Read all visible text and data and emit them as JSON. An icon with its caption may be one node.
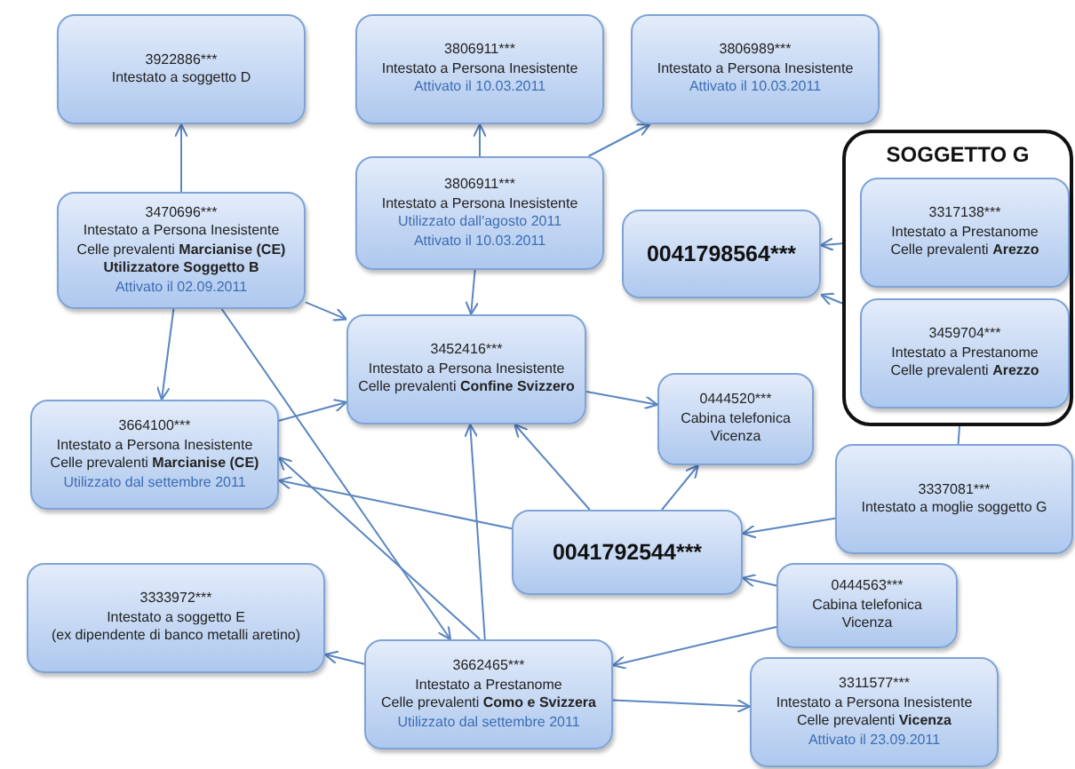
{
  "diagram": {
    "nodes": [
      {
        "text": [
          "3922886***",
          "Intestato a soggetto D"
        ]
      },
      {
        "text": [
          "3806911***",
          "Intestato a Persona Inesistente",
          "Attivato il 10.03.2011"
        ]
      },
      {
        "text": [
          "3806989***",
          "Intestato a Persona Inesistente",
          "Attivato il 10.03.2011"
        ]
      },
      {
        "text": [
          "3470696***",
          "Intestato a Persona Inesistente",
          "Celle prevalenti **Marcianise (CE)**",
          "**Utilizzatore Soggetto B**",
          "Attivato il 02.09.2011"
        ]
      },
      {
        "text": [
          "3806911***",
          "Intestato a Persona Inesistente",
          "Utilizzato dall'agosto 2011",
          "Attivato il 10.03.2011"
        ]
      },
      {
        "text": [
          "SOGGETTO G"
        ]
      },
      {
        "text": [
          "0041798564***"
        ]
      },
      {
        "text": [
          "3317138***",
          "Intestato a Prestanome",
          "Celle prevalenti **Arezzo**"
        ],
        "in": 5
      },
      {
        "text": [
          "3459704***",
          "Intestato a Prestanome",
          "Celle prevalenti **Arezzo**"
        ],
        "in": 5
      },
      {
        "text": [
          "3664100***",
          "Intestato a Persona Inesistente",
          "Celle prevalenti **Marcianise (CE)**",
          "Utilizzato dal settembre 2011"
        ]
      },
      {
        "text": [
          "3452416***",
          "Intestato a Persona Inesistente",
          "Celle prevalenti **Confine Svizzero**"
        ]
      },
      {
        "text": [
          "0444520***",
          "Cabina telefonica Vicenza"
        ]
      },
      {
        "text": [
          "3337081***",
          "Intestato a moglie soggetto G"
        ]
      },
      {
        "text": [
          "0041792544***"
        ]
      },
      {
        "text": [
          "3333972***",
          "Intestato a soggetto E",
          "(ex dipendente di banco metalli aretino)"
        ]
      },
      {
        "text": [
          "0444563***",
          "Cabina telefonica Vicenza"
        ]
      },
      {
        "text": [
          "3662465***",
          "Intestato a Prestanome",
          "Celle prevalenti **Como e Svizzera**",
          "Utilizzato dal settembre 2011"
        ]
      },
      {
        "text": [
          "3311577***",
          "Intestato a Persona Inesistente",
          "Celle prevalenti **Vicenza**",
          "Attivato il 23.09.2011"
        ]
      }
    ],
    "edges": [
      {
        "from": 3,
        "to": 0,
        "arrow": "to"
      },
      {
        "from": 4,
        "to": 1,
        "arrow": "to"
      },
      {
        "from": 4,
        "to": 2,
        "arrow": "to"
      },
      {
        "from": 4,
        "to": 10,
        "arrow": "to"
      },
      {
        "from": 3,
        "to": 9,
        "arrow": "to"
      },
      {
        "from": 3,
        "to": 10,
        "arrow": "to"
      },
      {
        "from": 3,
        "to": 16,
        "arrow": "to"
      },
      {
        "from": 7,
        "to": 6,
        "arrow": "to"
      },
      {
        "from": 8,
        "to": 6,
        "arrow": "to"
      },
      {
        "from": 9,
        "to": 10,
        "arrow": "to"
      },
      {
        "from": 13,
        "to": 9,
        "arrow": "to"
      },
      {
        "from": 16,
        "to": 9,
        "arrow": "to"
      },
      {
        "from": 10,
        "to": 11,
        "arrow": "to"
      },
      {
        "from": 13,
        "to": 10,
        "arrow": "to"
      },
      {
        "from": 16,
        "to": 10,
        "arrow": "to"
      },
      {
        "from": 13,
        "to": 11,
        "arrow": "to"
      },
      {
        "from": 12,
        "to": 8,
        "arrow": "to"
      },
      {
        "from": 12,
        "to": 13,
        "arrow": "to"
      },
      {
        "from": 15,
        "to": 13,
        "arrow": "to"
      },
      {
        "from": 15,
        "to": 16,
        "arrow": "to"
      },
      {
        "from": 16,
        "to": 17,
        "arrow": "to"
      },
      {
        "from": 16,
        "to": 14,
        "arrow": "to"
      }
    ]
  }
}
